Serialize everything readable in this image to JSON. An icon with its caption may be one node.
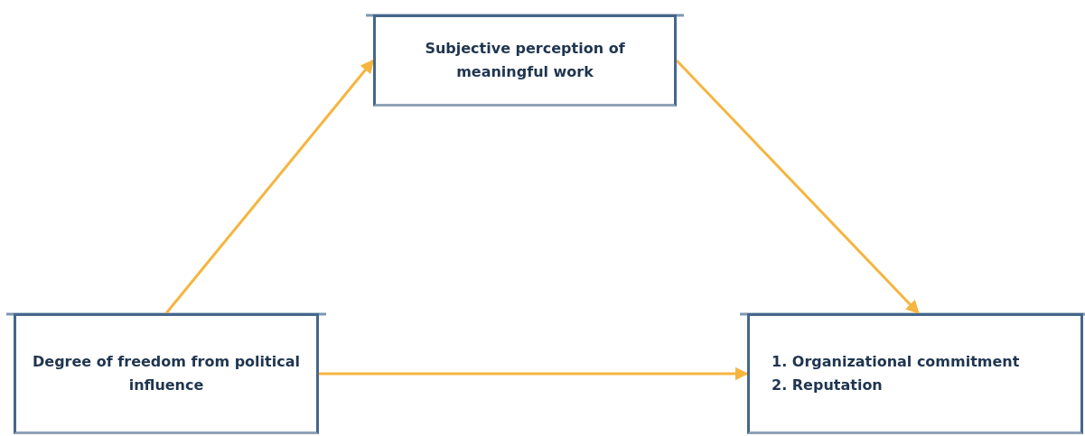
{
  "diagram": {
    "nodes": [
      {
        "text": [
          "Subjective perception of meaningful work"
        ]
      },
      {
        "text": [
          "Degree of freedom from political influence"
        ]
      },
      {
        "text": [
          "1. Organizational commitment",
          "2. Reputation"
        ]
      }
    ],
    "edges": [
      {
        "from": 1,
        "to": 0,
        "arrow": "to"
      },
      {
        "from": 0,
        "to": 2,
        "arrow": "to"
      },
      {
        "from": 1,
        "to": 2,
        "arrow": "to"
      }
    ]
  }
}
